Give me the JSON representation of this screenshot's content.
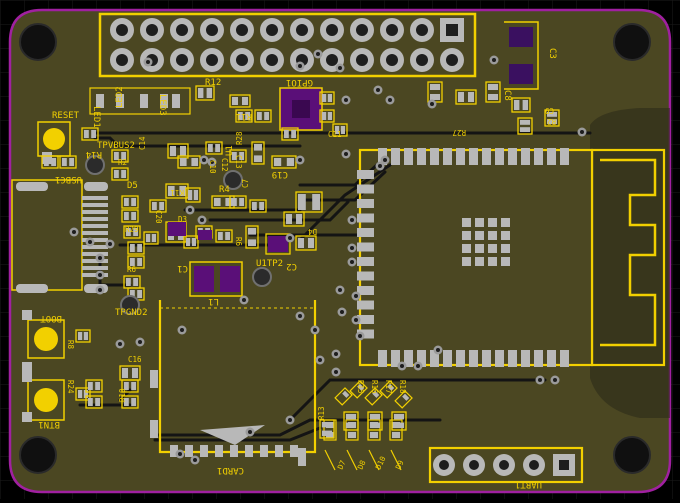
{
  "board": {
    "colors": {
      "background": "#000000",
      "grid": "#1b1b1b",
      "edge": "#a020a0",
      "copper": "#4b4722",
      "silkscreen": "#f2d000",
      "pad": "#b8b8b8",
      "pad_dark": "#1e1e1e",
      "trace": "#141414",
      "via": "#9a9a9a",
      "smd_purple": "#5a0f78"
    },
    "labels": {
      "led1": "LED1",
      "led2": "LED2",
      "led3": "LED3",
      "r12": "R12",
      "gpio1": "GPIO1",
      "r11": "R11",
      "c11": "C11",
      "c3": "C3",
      "c8": "C8",
      "c9": "C9",
      "r27": "R27",
      "r2": "R2",
      "reset": "RESET",
      "vbus2": "TPVBUS2",
      "c14": "C14",
      "r14": "R14",
      "usbc1": "USBC1",
      "c10": "C10",
      "c12": "C12",
      "c13": "C13",
      "u1": "U1",
      "c19": "C19",
      "r28": "R28",
      "d5": "D5",
      "k11": "K11",
      "r4": "R4",
      "c7": "C7",
      "r29": "R29",
      "c20": "C20",
      "d3": "D3",
      "c1": "C1",
      "c2": "C2",
      "d4": "D4",
      "r6": "R6",
      "u1tp2": "U1TP2",
      "l1": "L1",
      "tpgnd2": "TPGND2",
      "boot": "BOOT",
      "r8": "R8",
      "r24": "R24",
      "btn1": "BTN1",
      "c16": "C16",
      "r10": "R10",
      "card1": "CARD1",
      "r13": "R13",
      "r15": "R15",
      "r16": "R16",
      "r17": "R17",
      "r18": "R18",
      "d7": "D7",
      "d8": "D8",
      "d9": "D9",
      "d10": "D10",
      "uart1": "UART1"
    }
  }
}
